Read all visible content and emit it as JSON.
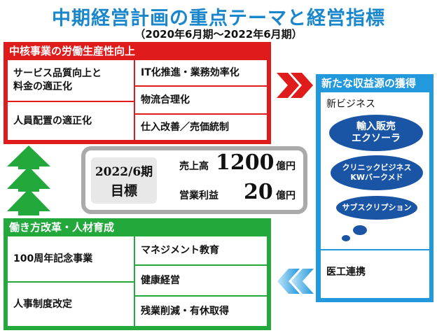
{
  "title": "中期経営計画の重点テーマと経営指標",
  "subtitle": "（2020年6月期～2022年6月期）",
  "productivity": {
    "heading": "中核事業の労働生産性向上",
    "items": [
      "サービス品質向上と\n料金の適正化",
      "人員配置の適正化",
      "IT化推進・業務効率化",
      "物流合理化",
      "仕入改善／売価統制"
    ]
  },
  "workstyle": {
    "heading": "働き方改革・人材育成",
    "items": [
      "100周年記念事業",
      "人事制度改定",
      "マネジメント教育",
      "健康経営",
      "残業削減・有休取得"
    ]
  },
  "revenue": {
    "heading": "新たな収益源の獲得",
    "new_business_label": "新ビジネス",
    "bubbles": [
      "輸入販売\nエクソーラ",
      "クリニックビジネス\nKWバークメド",
      "サブスクリプション"
    ],
    "medical": "医工連携"
  },
  "target": {
    "period": "2022/6期",
    "label": "目標",
    "sales_label": "売上高",
    "sales_value": "1200",
    "sales_unit": "億円",
    "profit_label": "営業利益",
    "profit_value": "20",
    "profit_unit": "億円"
  },
  "colors": {
    "red": "#e01b1b",
    "green": "#23a83c",
    "blue": "#2299dd",
    "navy": "#1a55a5",
    "title_blue": "#1a86cc"
  }
}
